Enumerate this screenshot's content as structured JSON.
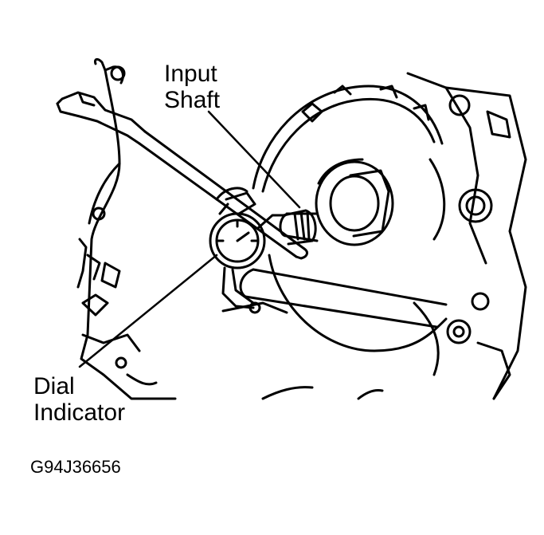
{
  "labels": {
    "input_shaft": [
      "Input",
      "Shaft"
    ],
    "dial_indicator": [
      "Dial",
      "Indicator"
    ]
  },
  "figure_id": "G94J36656",
  "icons": [
    "input-shaft-icon",
    "dial-indicator-icon",
    "transmission-case-icon",
    "torque-converter-housing-icon"
  ],
  "colors": {
    "ink": "#000000",
    "paper": "#ffffff"
  }
}
